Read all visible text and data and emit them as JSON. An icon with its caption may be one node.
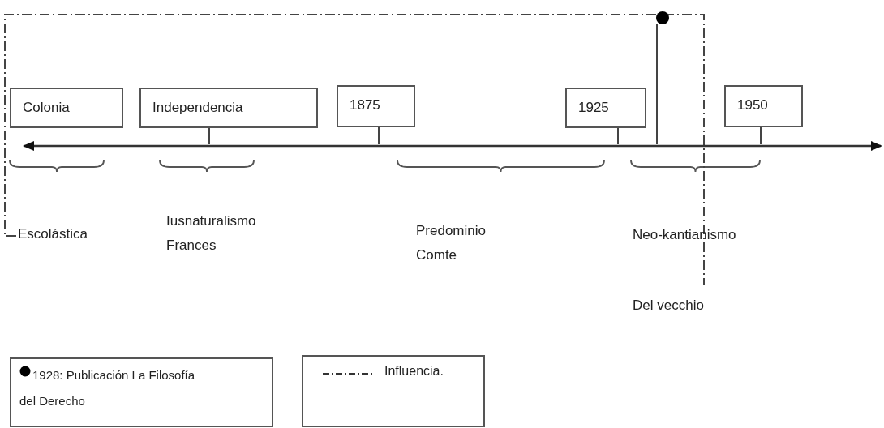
{
  "diagram": {
    "nodes": [
      {
        "text": [
          "Colonia"
        ]
      },
      {
        "text": [
          "Independencia"
        ]
      },
      {
        "text": [
          "1875"
        ]
      },
      {
        "text": [
          "1925"
        ]
      },
      {
        "text": [
          "1950"
        ]
      },
      {
        "text": [
          "Escolástica"
        ]
      },
      {
        "text": [
          "Del vecchio"
        ]
      },
      {
        "text": [],
        "shape": "bar"
      },
      {
        "text": [],
        "shape": "circle"
      }
    ],
    "edges": [
      {
        "from": 5,
        "to": 6,
        "arrow": "none",
        "style": "dashed"
      },
      {
        "from": 1,
        "to": 7,
        "arrow": "none"
      },
      {
        "from": 2,
        "to": 7,
        "arrow": "none"
      },
      {
        "from": 3,
        "to": 7,
        "arrow": "none"
      },
      {
        "from": 8,
        "to": 7,
        "arrow": "none"
      },
      {
        "from": 4,
        "to": 7,
        "arrow": "none"
      }
    ],
    "labels": [
      "Iusnaturalismo Frances",
      "Predominio Comte",
      "Neo-kantianismo"
    ],
    "legend": [
      {
        "text": "1928: Publicación La Filosofía del Derecho"
      },
      {
        "text": "Influencia."
      }
    ]
  }
}
